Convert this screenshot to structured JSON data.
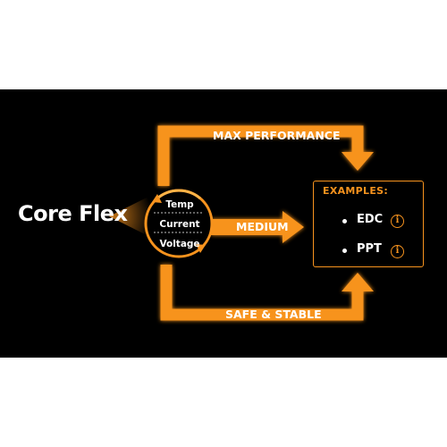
{
  "brand": "Core Flex",
  "hub": {
    "labels": [
      "Temp",
      "Current",
      "Voltage"
    ]
  },
  "paths": {
    "top": "MAX PERFORMANCE",
    "middle": "MEDIUM",
    "bottom": "SAFE & STABLE"
  },
  "examples": {
    "title": "EXAMPLES:",
    "items": [
      {
        "label": "EDC",
        "icon": "info-icon"
      },
      {
        "label": "PPT",
        "icon": "info-icon"
      }
    ]
  },
  "colors": {
    "accent": "#f7931e",
    "glow": "#ffb347",
    "background": "#000000"
  }
}
